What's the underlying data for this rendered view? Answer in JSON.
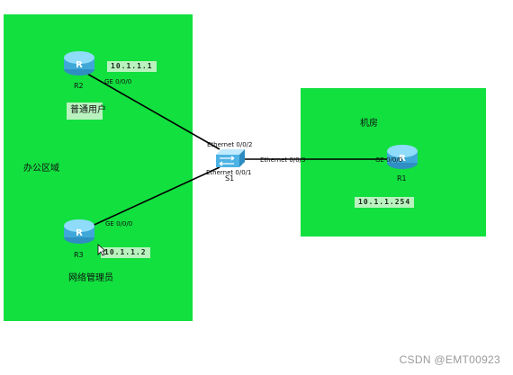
{
  "zones": {
    "office": {
      "label": "办公区域"
    },
    "room": {
      "label": "机房"
    }
  },
  "devices": {
    "r1": {
      "name": "R1",
      "ip": "10.1.1.254",
      "port": "GE 0/0/0"
    },
    "r2": {
      "name": "R2",
      "ip": "10.1.1.1",
      "port": "GE 0/0/0",
      "role": "普通用户"
    },
    "r3": {
      "name": "R3",
      "ip": "10.1.1.2",
      "port": "GE 0/0/0",
      "role": "网络管理员"
    },
    "s1": {
      "name": "S1",
      "port_to_r2": "Ethernet 0/0/2",
      "port_to_r3": "Ethernet 0/0/1",
      "port_to_r1": "Ethernet 0/0/3"
    }
  },
  "colors": {
    "zone_fill": "#12e03f",
    "label_box": "#b9f2bf",
    "device_blue": "#5cc4ee",
    "link": "#000000"
  },
  "watermark": "CSDN @EMT00923"
}
